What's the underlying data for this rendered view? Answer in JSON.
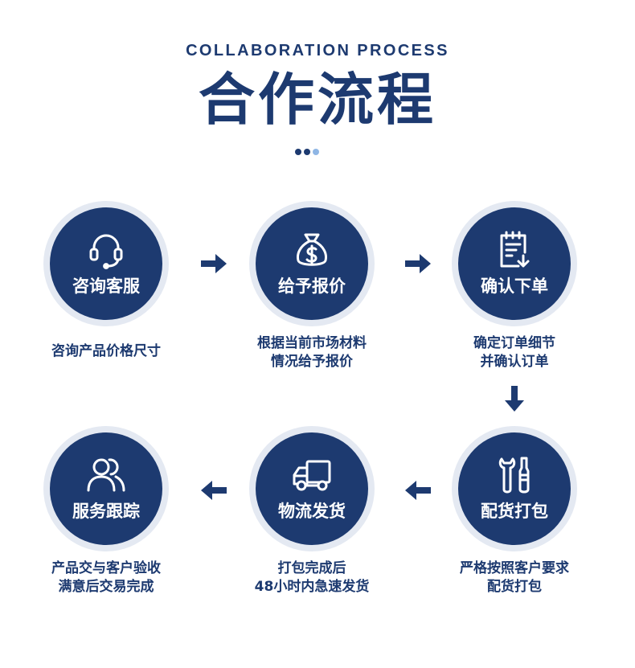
{
  "header": {
    "subtitle": "COLLABORATION PROCESS",
    "title": "合作流程"
  },
  "colors": {
    "primary": "#1d3a70",
    "ring": "#e4e9f2",
    "dot_light": "#8fb6e5"
  },
  "steps": [
    {
      "label": "咨询客服",
      "icon": "headset-icon",
      "desc": [
        "咨询产品价格尺寸"
      ]
    },
    {
      "label": "给予报价",
      "icon": "money-bag-icon",
      "desc": [
        "根据当前市场材料",
        "情况给予报价"
      ]
    },
    {
      "label": "确认下单",
      "icon": "document-icon",
      "desc": [
        "确定订单细节",
        "并确认订单"
      ]
    },
    {
      "label": "配货打包",
      "icon": "tools-icon",
      "desc": [
        "严格按照客户要求",
        "配货打包"
      ]
    },
    {
      "label": "物流发货",
      "icon": "truck-icon",
      "desc": [
        "打包完成后",
        "48小时内急速发货"
      ]
    },
    {
      "label": "服务跟踪",
      "icon": "users-icon",
      "desc": [
        "产品交与客户验收",
        "满意后交易完成"
      ]
    }
  ]
}
